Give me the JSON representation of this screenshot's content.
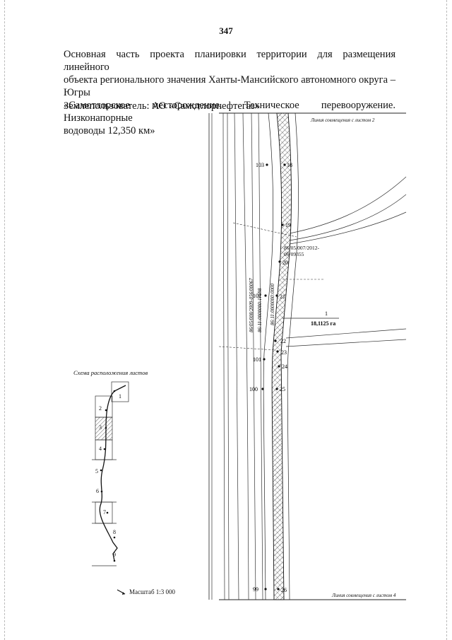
{
  "page": {
    "number": "347",
    "header_lines": [
      "Основная часть проекта планировки территории для размещения линейного",
      "объекта регионального значения Ханты-Мансийского автономного округа – Югры",
      "«Самотлорское месторождение. Техническое перевооружение. Низконапорные",
      "водоводы 12,350 км»"
    ],
    "owner": "Землепользователь: АО «Самотлорнефтегаз»"
  },
  "map": {
    "top_label": "Линия совмещения с листом 2",
    "bottom_label": "Линия совмещения с листом 4",
    "cadastral_label": "86/05/007/2012-06/09355",
    "vertical_label_1": "86:11:0000000:17698",
    "vertical_label_2": "86:11:0000000:0000",
    "vertical_label_3": "86/05/008/2009-056/00067",
    "area_label": "18,1125 га",
    "area_index": "1",
    "points_right": [
      "18",
      "19",
      "20",
      "21",
      "22",
      "23",
      "24",
      "25",
      "26"
    ],
    "points_left": [
      "103",
      "102",
      "101",
      "100",
      "99"
    ]
  },
  "scheme": {
    "title": "Схема расположения листов",
    "sheets": [
      "1",
      "2",
      "3",
      "4",
      "5",
      "6",
      "7",
      "8",
      "9"
    ]
  },
  "scale": {
    "label": "Масштаб 1:3 000"
  }
}
